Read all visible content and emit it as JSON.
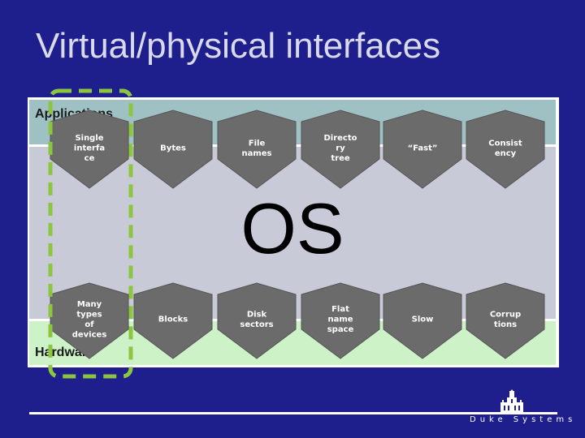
{
  "slide": {
    "title": "Virtual/physical interfaces",
    "os_label": "OS",
    "layers": {
      "applications": "Applications",
      "hardware": "Hardware"
    },
    "top_arrows": [
      {
        "lines": [
          "Single",
          "interfa",
          "ce"
        ]
      },
      {
        "lines": [
          "Bytes"
        ]
      },
      {
        "lines": [
          "File",
          "names"
        ]
      },
      {
        "lines": [
          "Directo",
          "ry",
          "tree"
        ]
      },
      {
        "lines": [
          "“Fast”"
        ]
      },
      {
        "lines": [
          "Consist",
          "ency"
        ]
      }
    ],
    "bottom_arrows": [
      {
        "lines": [
          "Many",
          "types",
          "of",
          "devices"
        ]
      },
      {
        "lines": [
          "Blocks"
        ]
      },
      {
        "lines": [
          "Disk",
          "sectors"
        ]
      },
      {
        "lines": [
          "Flat",
          "name",
          "space"
        ]
      },
      {
        "lines": [
          "Slow"
        ]
      },
      {
        "lines": [
          "Corrup",
          "tions"
        ]
      }
    ],
    "footer": {
      "logo_text": "Duke Systems"
    },
    "colors": {
      "background": "#1e1e8c",
      "applications_band": "#9fc1c4",
      "os_band": "#c9cad8",
      "hardware_band": "#cdf2c8",
      "arrow": "#6b6b6b",
      "highlight": "#8cc63e"
    }
  }
}
